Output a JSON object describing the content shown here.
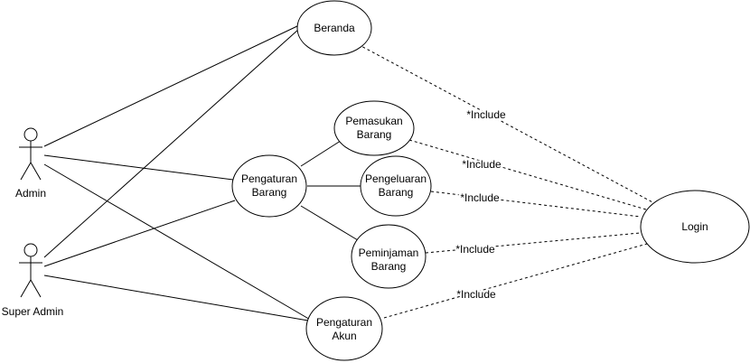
{
  "actors": {
    "admin": {
      "label": "Admin"
    },
    "super_admin": {
      "label": "Super Admin"
    }
  },
  "usecases": {
    "beranda": {
      "lines": [
        "Beranda"
      ]
    },
    "pengaturan_barang": {
      "lines": [
        "Pengaturan",
        "Barang"
      ]
    },
    "pemasukan_barang": {
      "lines": [
        "Pemasukan",
        "Barang"
      ]
    },
    "pengeluaran_barang": {
      "lines": [
        "Pengeluaran",
        "Barang"
      ]
    },
    "peminjaman_barang": {
      "lines": [
        "Peminjaman",
        "Barang"
      ]
    },
    "pengaturan_akun": {
      "lines": [
        "Pengaturan",
        "Akun"
      ]
    },
    "login": {
      "lines": [
        "Login"
      ]
    }
  },
  "include_labels": {
    "beranda": "*Include",
    "pemasukan": "*Include",
    "pengeluaran": "*Include",
    "peminjaman": "*Include",
    "akun": "*Include"
  },
  "colors": {
    "stroke": "#000000",
    "fill": "#ffffff"
  }
}
